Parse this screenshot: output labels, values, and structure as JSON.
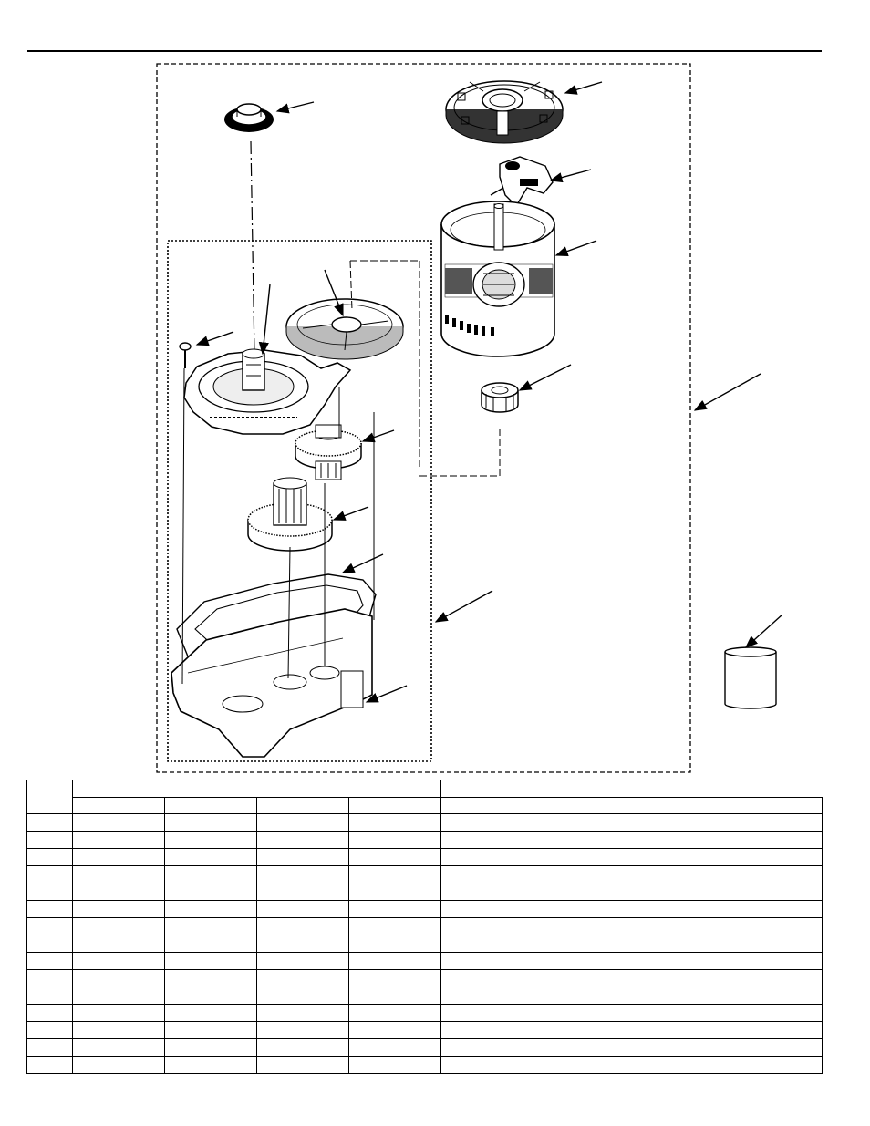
{
  "figure": {
    "callouts": [],
    "parts": [
      {
        "id": "seal",
        "icon": "seal-ring-icon"
      },
      {
        "id": "end-cap",
        "icon": "end-cap-icon"
      },
      {
        "id": "brush-holder",
        "icon": "brush-holder-icon"
      },
      {
        "id": "motor-housing",
        "icon": "motor-housing-icon"
      },
      {
        "id": "bearing",
        "icon": "bearing-icon"
      },
      {
        "id": "screw",
        "icon": "screw-icon"
      },
      {
        "id": "armature-shaft",
        "icon": "shaft-icon"
      },
      {
        "id": "gear-cover-plate",
        "icon": "cover-plate-icon"
      },
      {
        "id": "gear-housing-cover",
        "icon": "gear-housing-icon"
      },
      {
        "id": "intermediate-gear",
        "icon": "gear-icon"
      },
      {
        "id": "output-gear",
        "icon": "gear-icon"
      },
      {
        "id": "gasket",
        "icon": "gasket-icon"
      },
      {
        "id": "gear-case",
        "icon": "gear-case-icon"
      },
      {
        "id": "sleeve",
        "icon": "sleeve-icon"
      }
    ]
  },
  "table": {
    "header": {
      "item_label": "",
      "group_label": "",
      "sub_columns": [
        "",
        "",
        "",
        ""
      ],
      "description_label": ""
    },
    "rows": [
      {
        "item": "",
        "c1": "",
        "c2": "",
        "c3": "",
        "c4": "",
        "description": ""
      },
      {
        "item": "",
        "c1": "",
        "c2": "",
        "c3": "",
        "c4": "",
        "description": ""
      },
      {
        "item": "",
        "c1": "",
        "c2": "",
        "c3": "",
        "c4": "",
        "description": ""
      },
      {
        "item": "",
        "c1": "",
        "c2": "",
        "c3": "",
        "c4": "",
        "description": ""
      },
      {
        "item": "",
        "c1": "",
        "c2": "",
        "c3": "",
        "c4": "",
        "description": ""
      },
      {
        "item": "",
        "c1": "",
        "c2": "",
        "c3": "",
        "c4": "",
        "description": ""
      },
      {
        "item": "",
        "c1": "",
        "c2": "",
        "c3": "",
        "c4": "",
        "description": ""
      },
      {
        "item": "",
        "c1": "",
        "c2": "",
        "c3": "",
        "c4": "",
        "description": ""
      },
      {
        "item": "",
        "c1": "",
        "c2": "",
        "c3": "",
        "c4": "",
        "description": ""
      },
      {
        "item": "",
        "c1": "",
        "c2": "",
        "c3": "",
        "c4": "",
        "description": ""
      },
      {
        "item": "",
        "c1": "",
        "c2": "",
        "c3": "",
        "c4": "",
        "description": ""
      },
      {
        "item": "",
        "c1": "",
        "c2": "",
        "c3": "",
        "c4": "",
        "description": ""
      },
      {
        "item": "",
        "c1": "",
        "c2": "",
        "c3": "",
        "c4": "",
        "description": ""
      },
      {
        "item": "",
        "c1": "",
        "c2": "",
        "c3": "",
        "c4": "",
        "description": ""
      },
      {
        "item": "",
        "c1": "",
        "c2": "",
        "c3": "",
        "c4": "",
        "description": ""
      }
    ]
  }
}
